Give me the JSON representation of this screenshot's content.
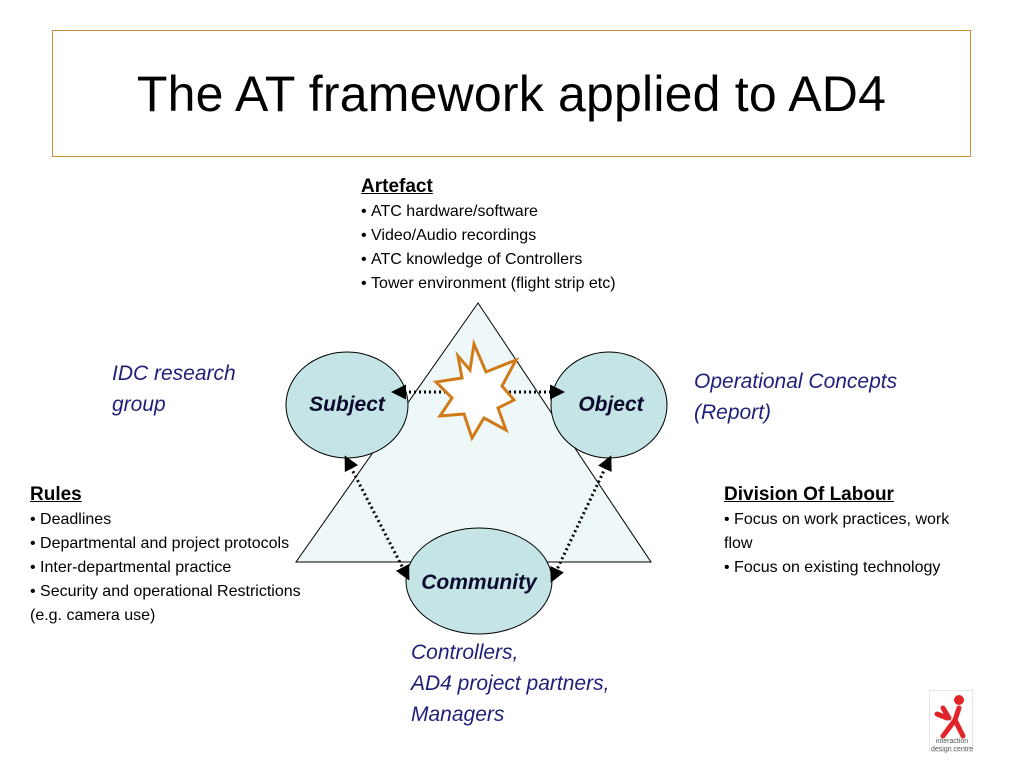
{
  "title": "The AT framework applied to AD4",
  "artefact": {
    "heading": "Artefact",
    "items": [
      "ATC hardware/software",
      "Video/Audio recordings",
      "ATC knowledge of Controllers",
      "Tower environment (flight strip etc)"
    ]
  },
  "subject_note": [
    "IDC research",
    "group"
  ],
  "object_note": [
    "Operational Concepts",
    "(Report)"
  ],
  "nodes": {
    "subject": "Subject",
    "object": "Object",
    "community": "Community"
  },
  "rules": {
    "heading": "Rules",
    "items": [
      "Deadlines",
      "Departmental and project protocols",
      "Inter-departmental practice",
      "Security and operational Restrictions (e.g. camera use)"
    ]
  },
  "division_of_labour": {
    "heading": "Division Of Labour",
    "items": [
      "Focus on work practices, work flow",
      "Focus on existing technology"
    ]
  },
  "community_note": [
    "Controllers,",
    "AD4 project partners,",
    "Managers"
  ],
  "logo_text": [
    "interaction",
    "design centre"
  ],
  "colors": {
    "triangle_fill": "#eef8f8",
    "node_fill": "#c5e4e6",
    "burst_stroke": "#d07a1a",
    "blue_text": "#1f1f7a",
    "title_border": "#d08a3c",
    "logo_red": "#e0242a"
  }
}
